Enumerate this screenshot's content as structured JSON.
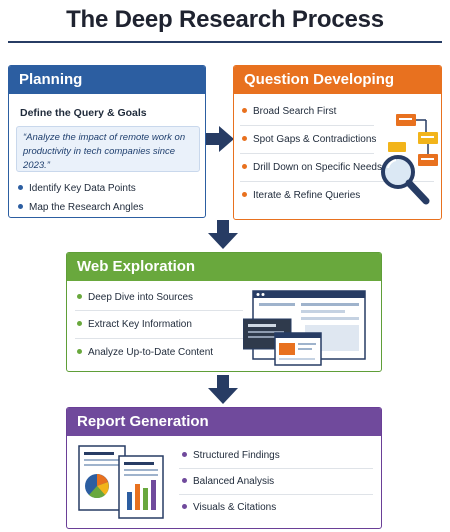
{
  "title": "The Deep Research Process",
  "planning": {
    "header": "Planning",
    "subtitle": "Define the Query & Goals",
    "quote": "“Analyze the impact of remote work on productivity in tech companies since 2023.”",
    "bullets": [
      "Identify Key Data Points",
      "Map the Research Angles"
    ]
  },
  "question": {
    "header": "Question Developing",
    "bullets": [
      "Broad Search First",
      "Spot Gaps & Contradictions",
      "Drill Down on Specific Needs",
      "Iterate & Refine Queries"
    ]
  },
  "web": {
    "header": "Web Exploration",
    "bullets": [
      "Deep Dive into Sources",
      "Extract Key Information",
      "Analyze Up-to-Date Content"
    ]
  },
  "report": {
    "header": "Report Generation",
    "bullets": [
      "Structured Findings",
      "Balanced Analysis",
      "Visuals & Citations"
    ]
  },
  "colors": {
    "planning": "#2c5ea1",
    "question": "#e8711f",
    "web": "#69a83d",
    "report": "#704a9c",
    "arrow": "#273c64"
  }
}
